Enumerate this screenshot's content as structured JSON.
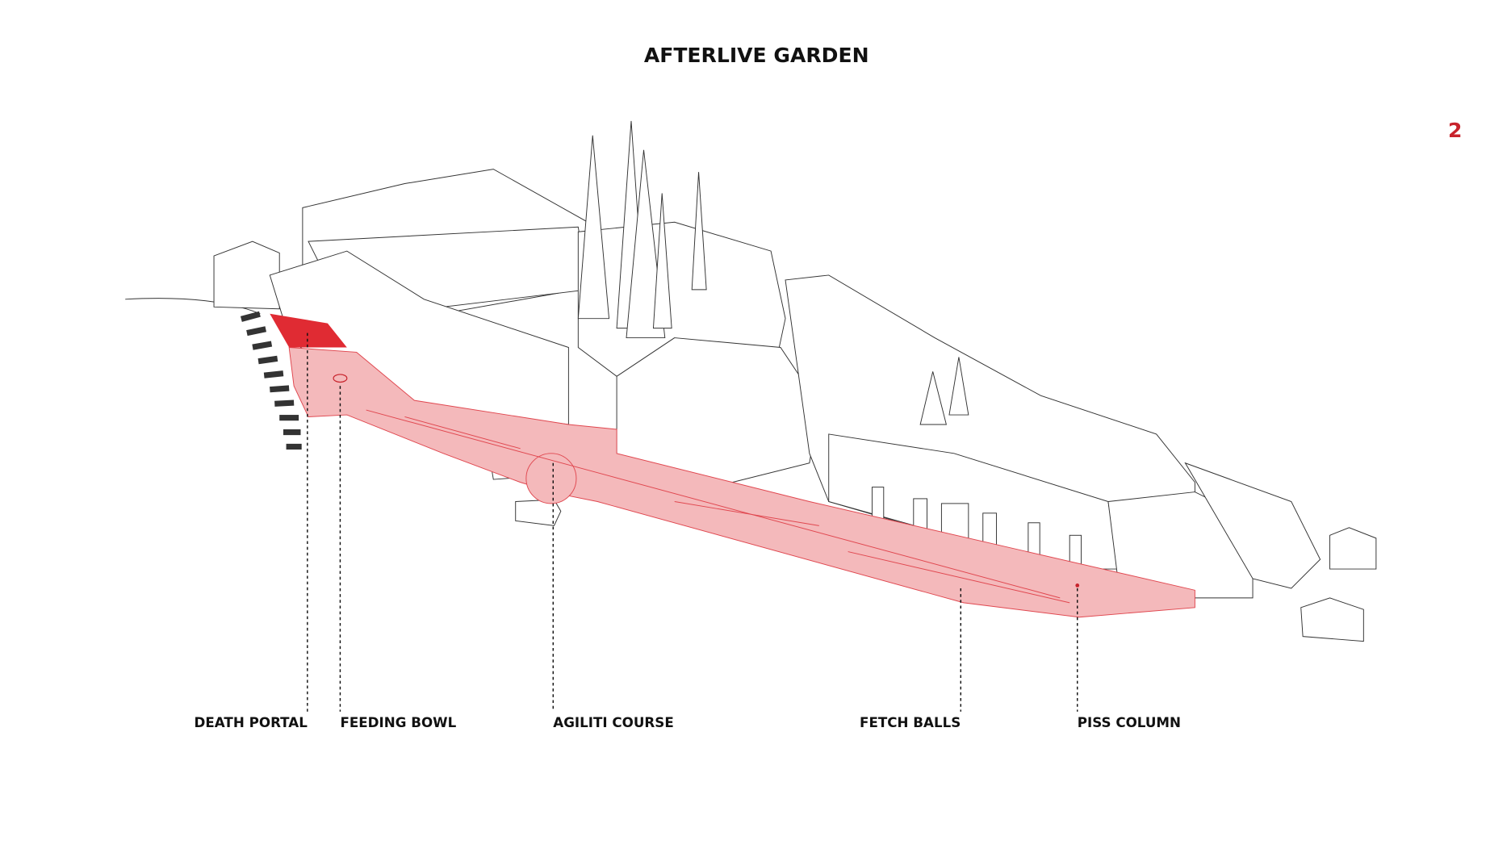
{
  "title": "AFTERLIVE GARDEN",
  "page_number": "2",
  "colors": {
    "accent": "#c8232c",
    "promenade_fill": "#f4b9bb",
    "promenade_stroke": "#e0474f",
    "portal": "#e02b33"
  },
  "labels": [
    {
      "id": "death-portal",
      "text": "DEATH PORTAL"
    },
    {
      "id": "feeding-bowl",
      "text": "FEEDING BOWL"
    },
    {
      "id": "agiliti-course",
      "text": "AGILITI COURSE"
    },
    {
      "id": "fetch-balls",
      "text": "FETCH BALLS"
    },
    {
      "id": "piss-column",
      "text": "PISS COLUMN"
    }
  ]
}
